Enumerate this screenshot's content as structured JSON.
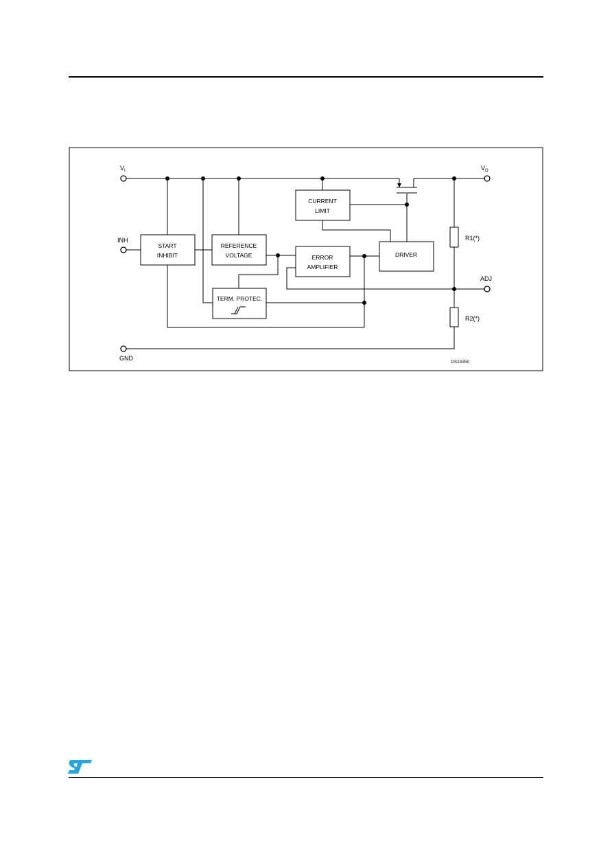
{
  "diagram": {
    "code": "DS24350",
    "pins": {
      "vi_main": "V",
      "vi_sub": "I",
      "vo_main": "V",
      "vo_sub": "O",
      "inh": "INH",
      "gnd": "GND",
      "adj": "ADJ"
    },
    "blocks": {
      "start_inhibit": [
        "START",
        "INHIBIT"
      ],
      "reference_voltage": [
        "REFERENCE",
        "VOLTAGE"
      ],
      "current_limit": [
        "CURRENT",
        "LIMIT"
      ],
      "error_amplifier": [
        "ERROR",
        "AMPLIFIER"
      ],
      "driver": "DRIVER",
      "term_protec": "TERM.  PROTEC."
    },
    "resistors": {
      "r1": "R1(*)",
      "r2": "R2(*)"
    }
  },
  "logo": {
    "name": "st-logo",
    "color": "#2aa6de"
  }
}
